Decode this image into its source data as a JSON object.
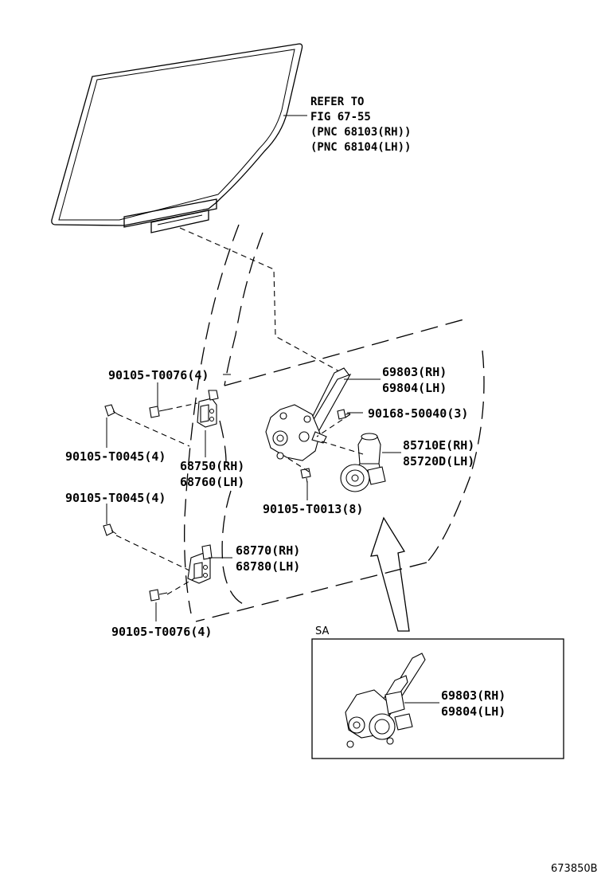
{
  "refer": {
    "line1": "REFER TO",
    "line2": "FIG 67-55",
    "line3": "(PNC 68103(RH))",
    "line4": "(PNC 68104(LH))"
  },
  "labels": {
    "bolt_t0076_top": "90105-T0076(4)",
    "regulator_rh": "69803(RH)",
    "regulator_lh": "69804(LH)",
    "screw_50040": "90168-50040(3)",
    "motor_rh": "85710E(RH)",
    "motor_lh": "85720D(LH)",
    "bolt_t0045_upper": "90105-T0045(4)",
    "hinge_upper_rh": "68750(RH)",
    "hinge_upper_lh": "68760(LH)",
    "bolt_t0045_lower": "90105-T0045(4)",
    "bolt_t0013": "90105-T0013(8)",
    "hinge_lower_rh": "68770(RH)",
    "hinge_lower_lh": "68780(LH)",
    "bolt_t0076_bottom": "90105-T0076(4)"
  },
  "inset": {
    "tag": "SA",
    "regulator_rh": "69803(RH)",
    "regulator_lh": "69804(LH)"
  },
  "figure_id": "673850B"
}
